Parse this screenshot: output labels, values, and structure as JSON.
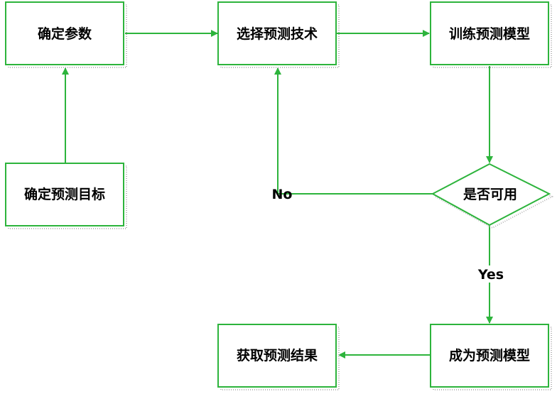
{
  "diagram": {
    "nodes": {
      "determine_goal": {
        "label": "确定预测目标"
      },
      "determine_params": {
        "label": "确定参数"
      },
      "select_technique": {
        "label": "选择预测技术"
      },
      "train_model": {
        "label": "训练预测模型"
      },
      "is_usable": {
        "label": "是否可用"
      },
      "become_model": {
        "label": "成为预测模型"
      },
      "get_result": {
        "label": "获取预测结果"
      }
    },
    "edges": {
      "no_label": "No",
      "yes_label": "Yes"
    },
    "colors": {
      "stroke": "#2db43c",
      "text": "#000000",
      "shadow": "#b8b8b8"
    }
  }
}
